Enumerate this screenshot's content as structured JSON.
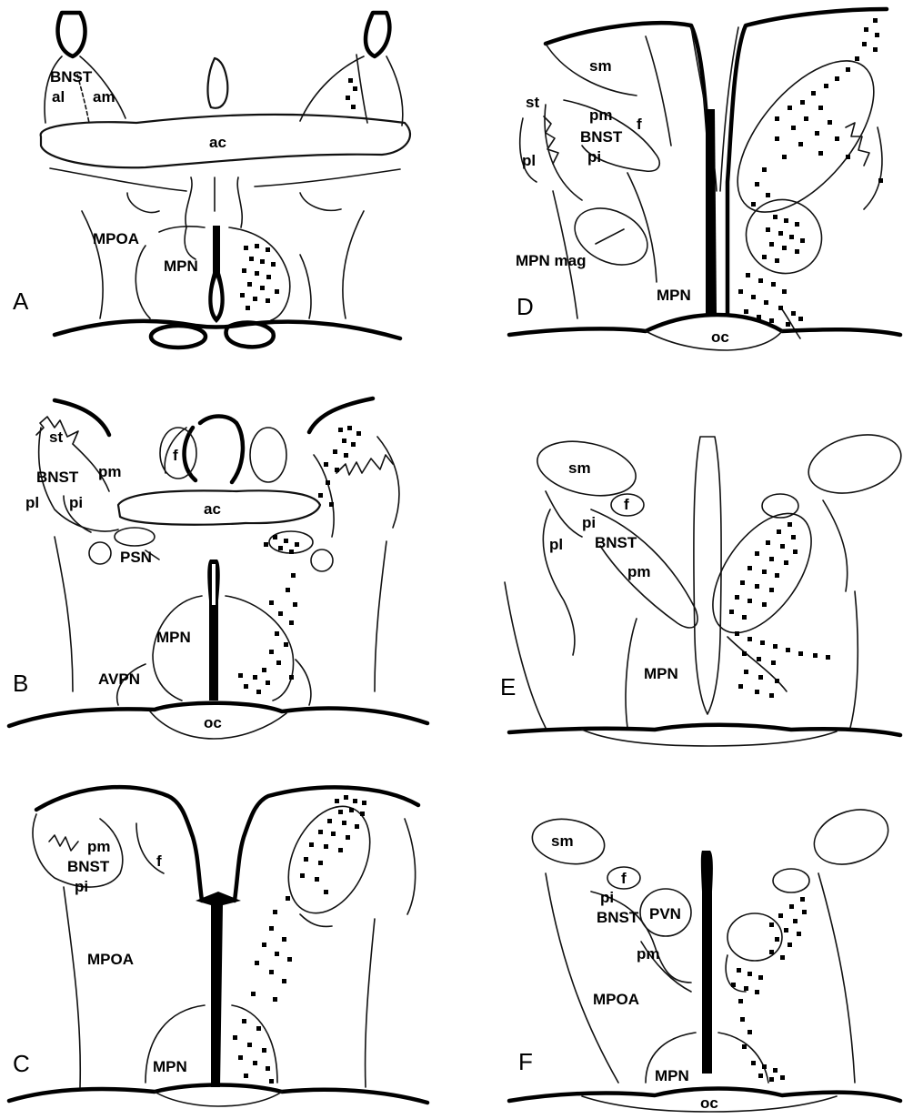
{
  "panels": {
    "A": {
      "letter": "A",
      "labels": {
        "bnst": "BNST",
        "al": "al",
        "am": "am",
        "ac": "ac",
        "mpoa": "MPOA",
        "mpn": "MPN"
      }
    },
    "B": {
      "letter": "B",
      "labels": {
        "st": "st",
        "bnst": "BNST",
        "pm": "pm",
        "pl": "pl",
        "pi": "pi",
        "f": "f",
        "ac": "ac",
        "psn": "PSN",
        "mpn": "MPN",
        "avpn": "AVPN",
        "oc": "oc"
      }
    },
    "C": {
      "letter": "C",
      "labels": {
        "pm": "pm",
        "bnst": "BNST",
        "pi": "pi",
        "f": "f",
        "mpoa": "MPOA",
        "mpn": "MPN"
      }
    },
    "D": {
      "letter": "D",
      "labels": {
        "sm": "sm",
        "st": "st",
        "pm": "pm",
        "f": "f",
        "bnst": "BNST",
        "pl": "pl",
        "pi": "pi",
        "mpnmag": "MPN mag",
        "mpn": "MPN",
        "oc": "oc"
      }
    },
    "E": {
      "letter": "E",
      "labels": {
        "sm": "sm",
        "f": "f",
        "pi": "pi",
        "bnst": "BNST",
        "pl": "pl",
        "pm": "pm",
        "mpn": "MPN"
      }
    },
    "F": {
      "letter": "F",
      "labels": {
        "sm": "sm",
        "f": "f",
        "pi": "pi",
        "bnst": "BNST",
        "pvn": "PVN",
        "pm": "pm",
        "mpoa": "MPOA",
        "mpn": "MPN",
        "oc": "oc"
      }
    }
  }
}
